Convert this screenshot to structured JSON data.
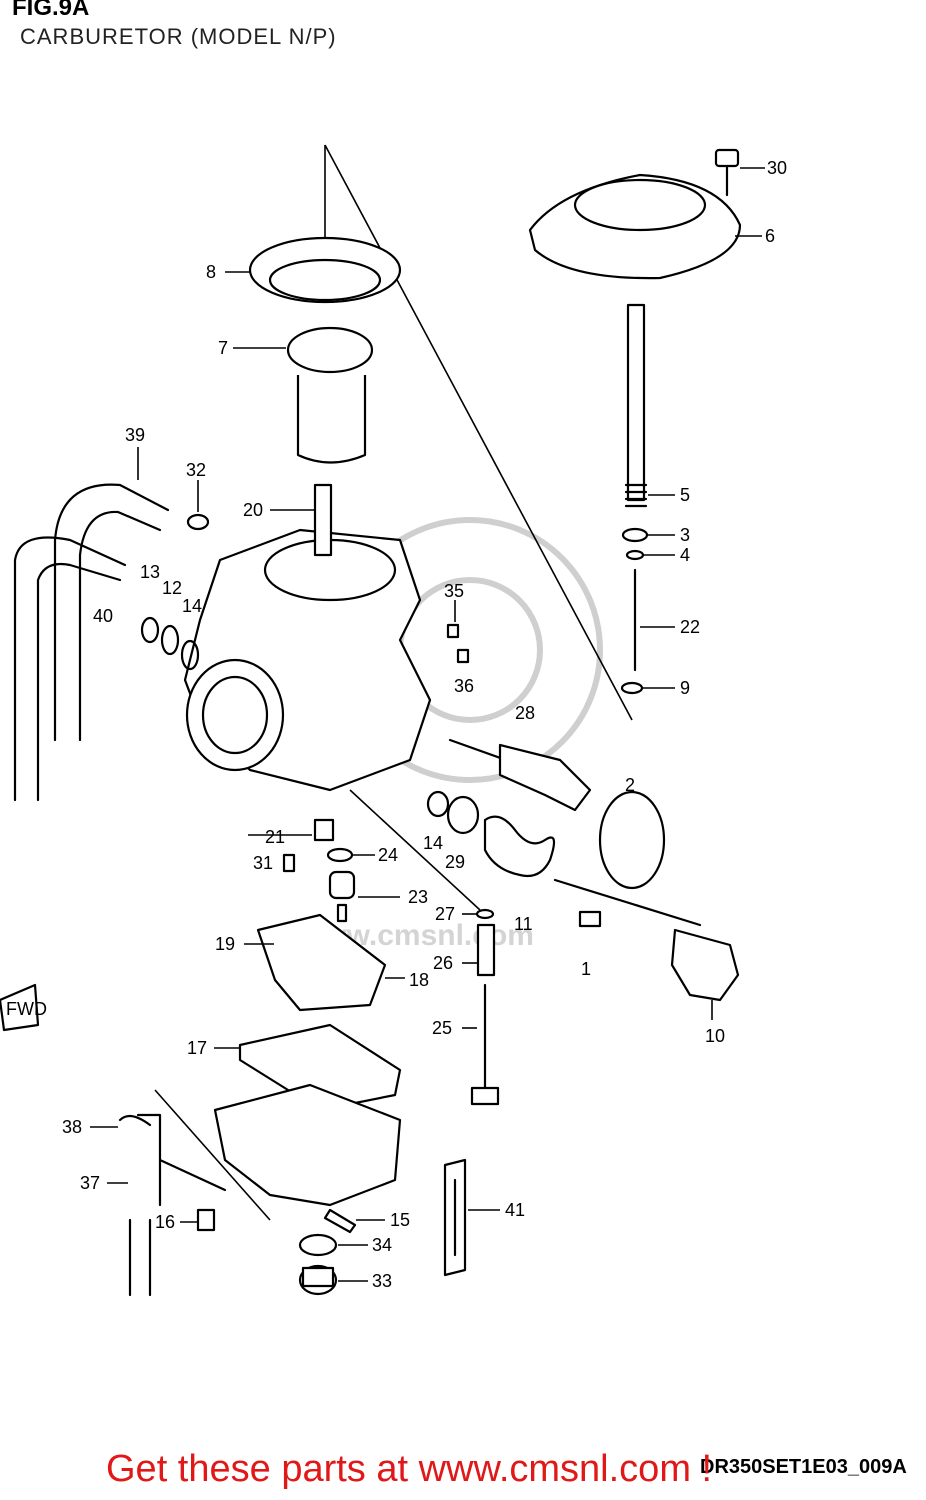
{
  "figure": {
    "title": "FIG.9A",
    "subtitle": "CARBURETOR (MODEL N/P)"
  },
  "watermark": "www.cmsnl.com",
  "fwd_marker": "FWD",
  "drawing_id": "DR350SET1E03_009A",
  "promo_text": "Get these parts at www.cmsnl.com !",
  "callouts": [
    "30",
    "6",
    "8",
    "7",
    "5",
    "3",
    "4",
    "22",
    "9",
    "39",
    "32",
    "20",
    "35",
    "36",
    "13",
    "12",
    "14",
    "40",
    "28",
    "2",
    "21",
    "14",
    "29",
    "24",
    "31",
    "23",
    "11",
    "27",
    "1",
    "19",
    "26",
    "18",
    "10",
    "25",
    "17",
    "38",
    "37",
    "16",
    "15",
    "41",
    "34",
    "33"
  ]
}
